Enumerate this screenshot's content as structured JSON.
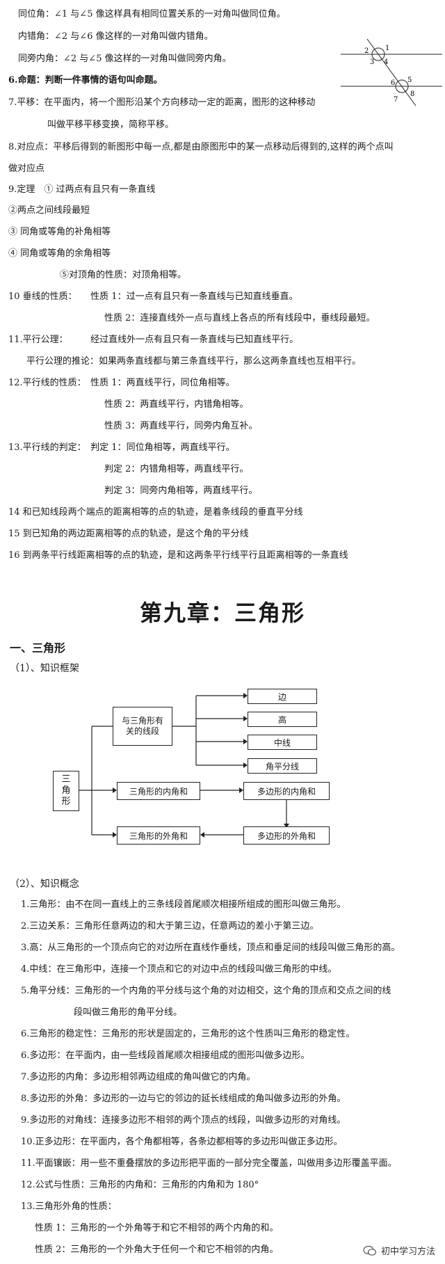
{
  "top_lines": [
    {
      "t": "同位角：∠1 与∠5 像这样具有相同位置关系的一对角叫做同位角。"
    },
    {
      "t": "内错角：∠2 与∠6 像这样的一对角叫做内错角。"
    },
    {
      "t": "同旁内角：∠2 与∠5 像这样的一对角叫做同旁内角。"
    },
    {
      "t": "6.命题：判断一件事情的语句叫命题。"
    },
    {
      "t": "7.平移：在平面内，将一个图形沿某个方向移动一定的距离，图形的这种移动"
    },
    {
      "t": "叫做平移平移变换，简称平移。"
    },
    {
      "t": "8.对应点：平移后得到的新图形中每一点,都是由原图形中的某一点移动后得到的,这样的两个点叫"
    },
    {
      "t": "做对应点"
    },
    {
      "t": "9.定理　① 过两点有且只有一条直线"
    },
    {
      "t": "②两点之间线段最短"
    },
    {
      "t": "③ 同角或等角的补角相等"
    },
    {
      "t": "④ 同角或等角的余角相等"
    },
    {
      "t": "⑤对顶角的性质：对顶角相等。"
    },
    {
      "t": "10 垂线的性质：　　性质 1：过一点有且只有一条直线与已知直线垂直。"
    },
    {
      "t": "性质 2：连接直线外一点与直线上各点的所有线段中，垂线段最短。"
    },
    {
      "t": "11.平行公理：　　　经过直线外一点有且只有一条直线与已知直线平行。"
    },
    {
      "t": "平行公理的推论：如果两条直线都与第三条直线平行，那么这两条直线也互相平行。"
    },
    {
      "t": "12.平行线的性质：　性质 1：两直线平行，同位角相等。"
    },
    {
      "t": "性质 2：两直线平行，内错角相等。"
    },
    {
      "t": "性质 3：两直线平行，同旁内角互补。"
    },
    {
      "t": "13.平行线的判定：　判定 1：同位角相等，两直线平行。"
    },
    {
      "t": "判定 2：内错角相等，两直线平行。"
    },
    {
      "t": "判定 3：同旁内角相等，两直线平行。"
    },
    {
      "t": "14 和已知线段两个端点的距离相等的点的轨迹，是着条线段的垂直平分线"
    },
    {
      "t": "15 到已知角的两边距离相等的点的轨迹，是这个角的平分线"
    },
    {
      "t": "16 到两条平行线距离相等的点的轨迹，是和这两条平行线平行且距离相等的一条直线"
    }
  ],
  "figure_labels": [
    "1",
    "2",
    "3",
    "4",
    "5",
    "6",
    "7",
    "8"
  ],
  "chapter_title": "第九章：三角形",
  "section_title": "一、三角形",
  "sub1": "（1）、知识框架",
  "diagram": {
    "root": "三角形",
    "segments": "与三角形有关的线段",
    "seg_items": [
      "边",
      "高",
      "中线",
      "角平分线"
    ],
    "inner_sum": "三角形的内角和",
    "poly_inner": "多边形的内角和",
    "outer": "三角形的外角和",
    "poly_outer": "多边形的外角和"
  },
  "sub2": "（2）、知识概念",
  "concepts": [
    {
      "t": "1.三角形：由不在同一直线上的三条线段首尾顺次相接所组成的图形叫做三角形。"
    },
    {
      "t": "2.三边关系：三角形任意两边的和大于第三边，任意两边的差小于第三边。"
    },
    {
      "t": "3.高：从三角形的一个顶点向它的对边所在直线作垂线，顶点和垂足间的线段叫做三角形的高。"
    },
    {
      "t": "4.中线：在三角形中，连接一个顶点和它的对边中点的线段叫做三角形的中线。"
    },
    {
      "t": "5.角平分线：三角形的一个内角的平分线与这个角的对边相交，这个角的顶点和交点之间的线"
    },
    {
      "t": "段叫做三角形的角平分线。"
    },
    {
      "t": "6.三角形的稳定性：三角形的形状是固定的，三角形的这个性质叫三角形的稳定性。"
    },
    {
      "t": "6.多边形：在平面内，由一些线段首尾顺次相接组成的图形叫做多边形。"
    },
    {
      "t": "7.多边形的内角：多边形相邻两边组成的角叫做它的内角。"
    },
    {
      "t": "8.多边形的外角：多边形的一边与它的邻边的延长线组成的角叫做多边形的外角。"
    },
    {
      "t": "9.多边形的对角线：连接多边形不相邻的两个顶点的线段，叫做多边形的对角线。"
    },
    {
      "t": "10.正多边形：在平面内，各个角都相等，各条边都相等的多边形叫做正多边形。"
    },
    {
      "t": "11.平面镶嵌：用一些不重叠摆放的多边形把平面的一部分完全覆盖，叫做用多边形覆盖平面。"
    },
    {
      "t": "12.公式与性质：三角形的内角和：三角形的内角和为 180°"
    },
    {
      "t": "13.三角形外角的性质："
    },
    {
      "t": "性质 1：三角形的一个外角等于和它不相邻的两个内角的和。"
    },
    {
      "t": "性质 2：三角形的一个外角大于任何一个和它不相邻的内角。"
    }
  ],
  "watermark": "初中学习方法"
}
